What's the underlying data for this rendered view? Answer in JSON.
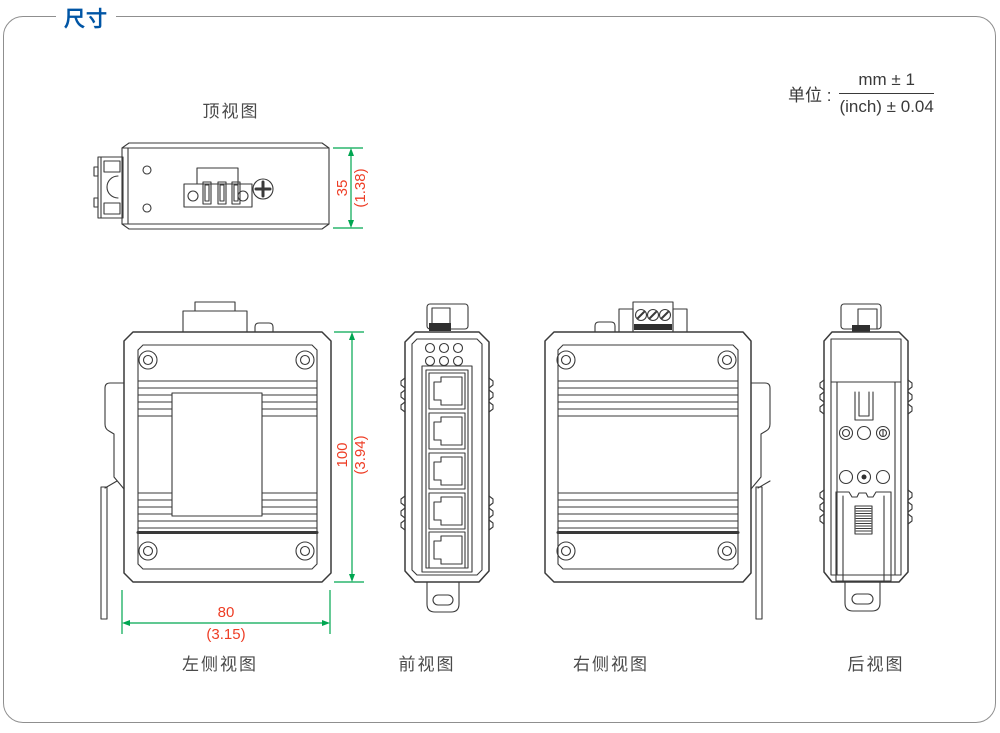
{
  "page": {
    "title": "尺寸"
  },
  "unit_note": {
    "label": "单位 :",
    "numerator": "mm ± 1",
    "denominator": "(inch) ± 0.04"
  },
  "view_labels": {
    "top": "顶视图",
    "left": "左侧视图",
    "front": "前视图",
    "right": "右侧视图",
    "rear": "后视图"
  },
  "dimensions": {
    "height": {
      "mm": "35",
      "inch": "(1.38)"
    },
    "body": {
      "mm": "100",
      "inch": "(3.94)"
    },
    "width": {
      "mm": "80",
      "inch": "(3.15)"
    }
  },
  "colors": {
    "accent_blue": "#0055a5",
    "dimension_line_green": "#00a651",
    "dimension_text_red": "#ee3d25",
    "drawing_line": "#3a3a3a"
  }
}
